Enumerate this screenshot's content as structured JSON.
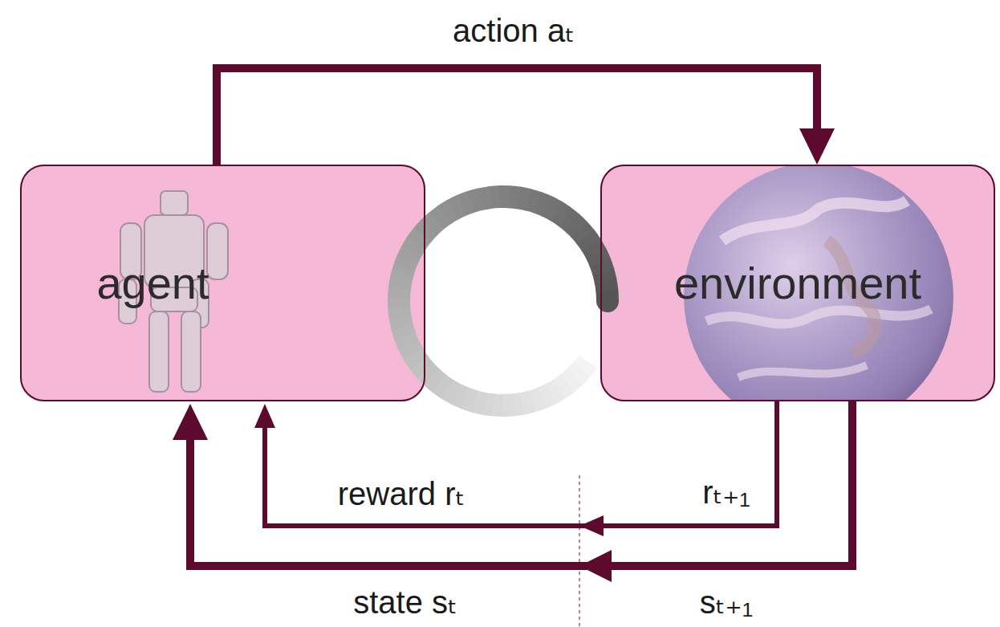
{
  "diagram": {
    "nodes": [
      {
        "text": [
          "agent"
        ]
      },
      {
        "text": [
          "environment"
        ]
      }
    ],
    "edges": [
      {
        "from": 0,
        "to": 1,
        "arrow": "to",
        "label": "action aₜ"
      },
      {
        "from": 1,
        "to": 0,
        "arrow": "to",
        "label": "reward rₜ"
      },
      {
        "from": 1,
        "to": 0,
        "arrow": "to",
        "label": "state sₜ"
      }
    ],
    "labels": [
      "rₜ₊₁",
      "sₜ₊₁"
    ]
  }
}
